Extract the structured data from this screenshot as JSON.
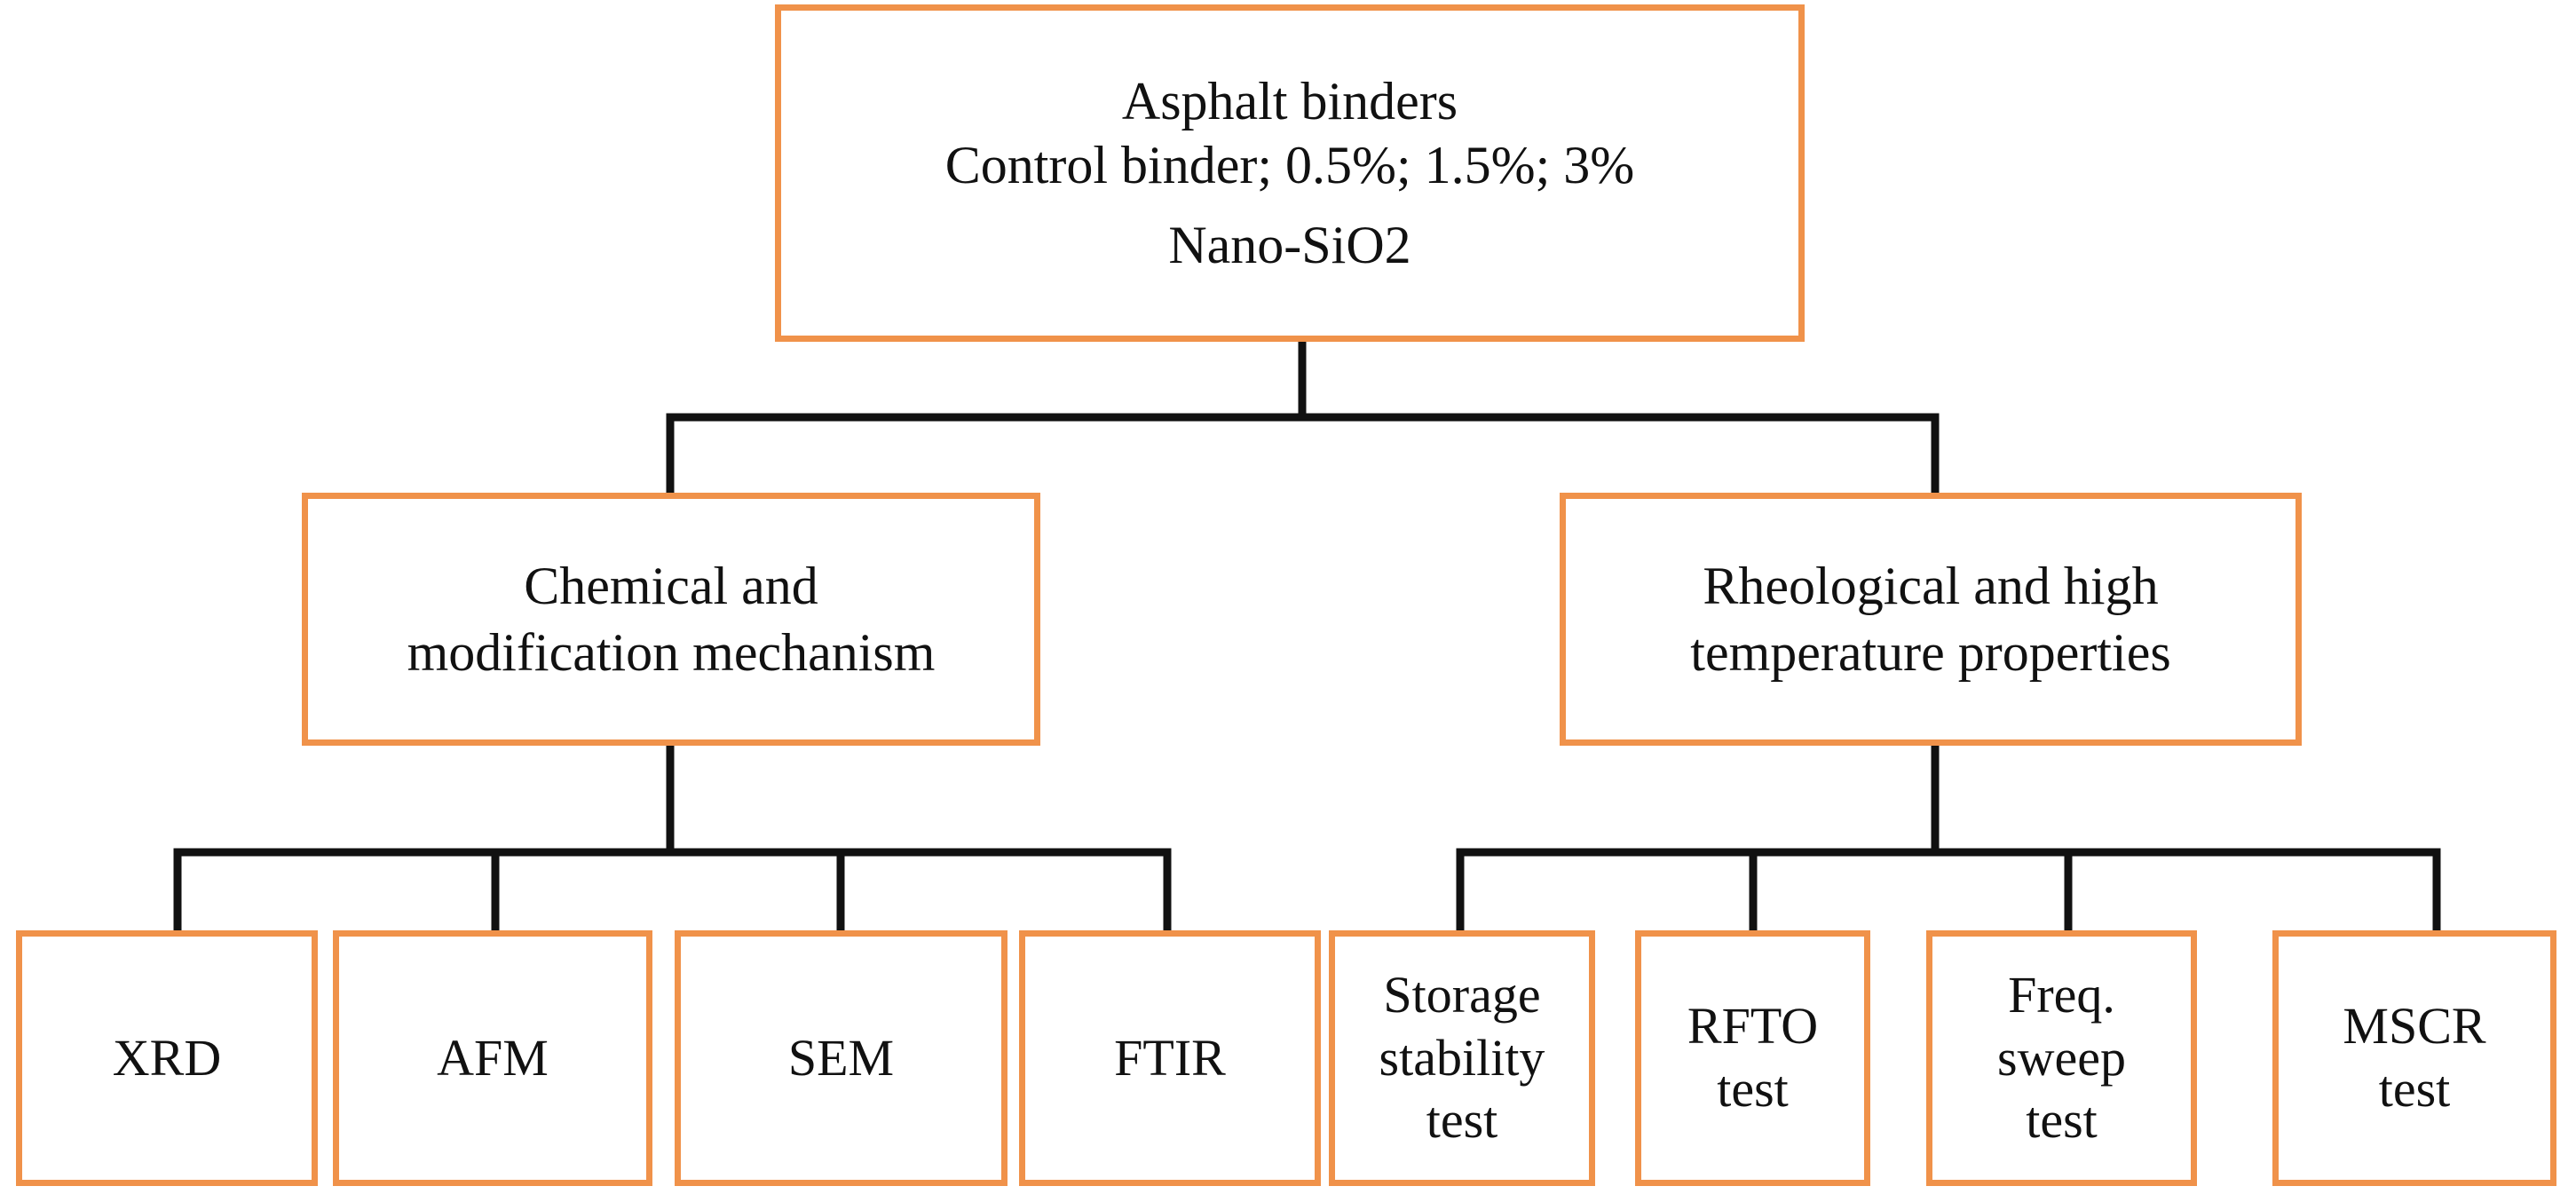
{
  "root": {
    "lines": [
      "Asphalt binders",
      "Control binder; 0.5%; 1.5%; 3%",
      "Nano-SiO2"
    ]
  },
  "left_group": {
    "lines": [
      "Chemical and",
      "modification mechanism"
    ],
    "children": [
      {
        "lines": [
          "XRD"
        ]
      },
      {
        "lines": [
          "AFM"
        ]
      },
      {
        "lines": [
          "SEM"
        ]
      },
      {
        "lines": [
          "FTIR"
        ]
      }
    ]
  },
  "right_group": {
    "lines": [
      "Rheological and high",
      "temperature properties"
    ],
    "children": [
      {
        "lines": [
          "Storage",
          "stability",
          "test"
        ]
      },
      {
        "lines": [
          "RFTO",
          "test"
        ]
      },
      {
        "lines": [
          "Freq.",
          "sweep",
          "test"
        ]
      },
      {
        "lines": [
          "MSCR",
          "test"
        ]
      }
    ]
  },
  "colors": {
    "box_border": "#f0924a",
    "connector": "#111111"
  }
}
